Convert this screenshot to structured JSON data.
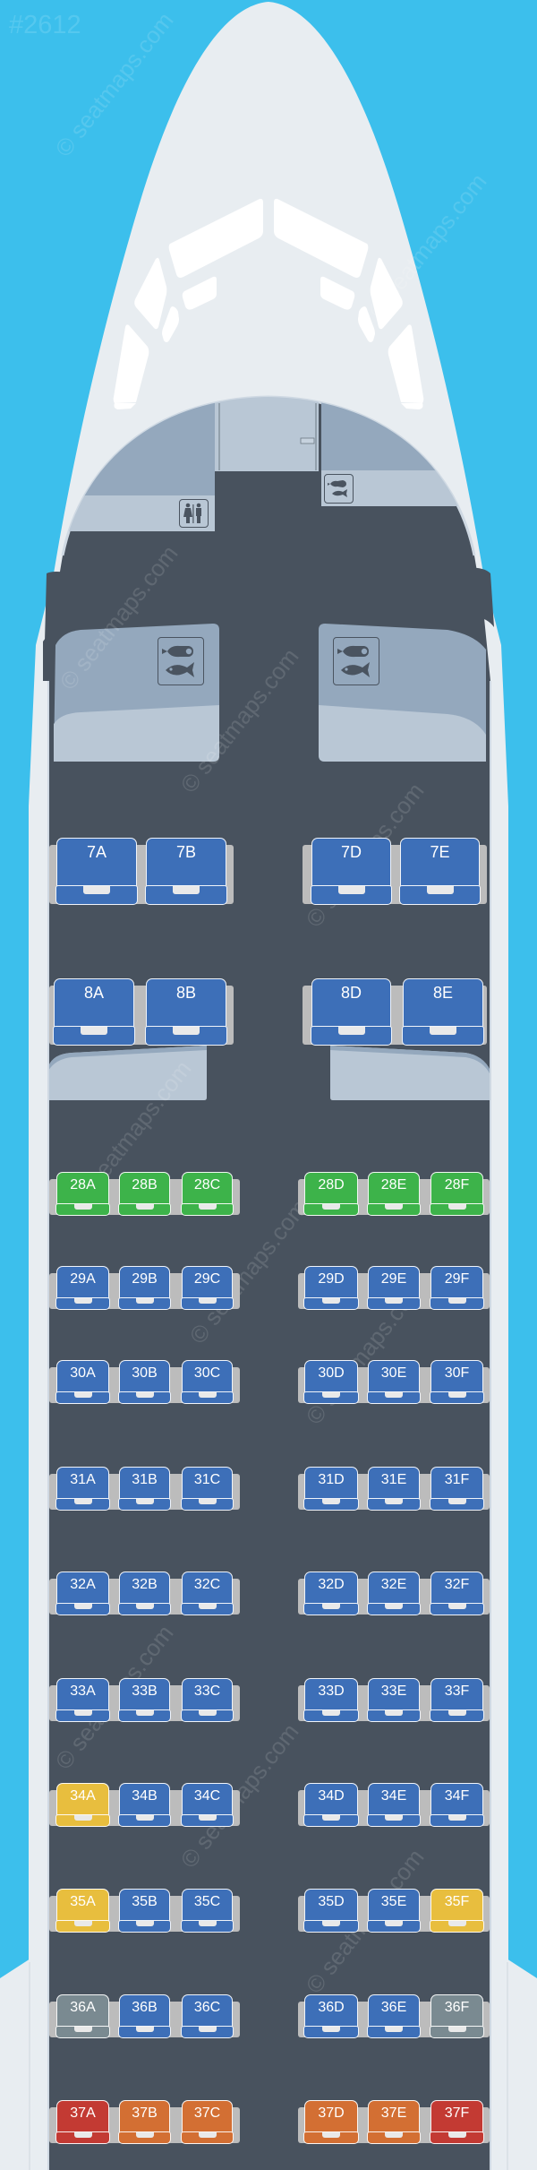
{
  "header": {
    "tag": "#2612",
    "watermark": "© seatmaps.com"
  },
  "colors": {
    "sky": "#3cbfec",
    "fuselage": "#e8edf1",
    "floor": "#48525e",
    "galley_dark": "#94a8bd",
    "galley_light": "#b9c7d5",
    "seat_standard": "#3d6fb8",
    "seat_extra_legroom": "#3db34a",
    "seat_preferred": "#e8be3e",
    "seat_limited_recline": "#7a8a91",
    "seat_no_recline": "#d36f33",
    "seat_restricted": "#c33a33",
    "armrest": "#bcbcbc"
  },
  "facilities": {
    "lavatory_front": {
      "icon": "lavatory-icon"
    },
    "galley_front": {
      "icon": "galley-icon"
    },
    "galley_left": {
      "icon": "galley-icon"
    },
    "galley_right": {
      "icon": "galley-icon"
    }
  },
  "cabin": {
    "business": {
      "rows": [
        {
          "row": "7",
          "seats": [
            {
              "id": "7A",
              "type": "standard"
            },
            {
              "id": "7B",
              "type": "standard"
            },
            {
              "id": "7D",
              "type": "standard"
            },
            {
              "id": "7E",
              "type": "standard"
            }
          ]
        },
        {
          "row": "8",
          "seats": [
            {
              "id": "8A",
              "type": "standard"
            },
            {
              "id": "8B",
              "type": "standard"
            },
            {
              "id": "8D",
              "type": "standard"
            },
            {
              "id": "8E",
              "type": "standard"
            }
          ]
        }
      ]
    },
    "economy": {
      "rows": [
        {
          "row": "28",
          "seats": [
            {
              "id": "28A",
              "type": "extra_legroom"
            },
            {
              "id": "28B",
              "type": "extra_legroom"
            },
            {
              "id": "28C",
              "type": "extra_legroom"
            },
            {
              "id": "28D",
              "type": "extra_legroom"
            },
            {
              "id": "28E",
              "type": "extra_legroom"
            },
            {
              "id": "28F",
              "type": "extra_legroom"
            }
          ]
        },
        {
          "row": "29",
          "seats": [
            {
              "id": "29A",
              "type": "standard"
            },
            {
              "id": "29B",
              "type": "standard"
            },
            {
              "id": "29C",
              "type": "standard"
            },
            {
              "id": "29D",
              "type": "standard"
            },
            {
              "id": "29E",
              "type": "standard"
            },
            {
              "id": "29F",
              "type": "standard"
            }
          ]
        },
        {
          "row": "30",
          "seats": [
            {
              "id": "30A",
              "type": "standard"
            },
            {
              "id": "30B",
              "type": "standard"
            },
            {
              "id": "30C",
              "type": "standard"
            },
            {
              "id": "30D",
              "type": "standard"
            },
            {
              "id": "30E",
              "type": "standard"
            },
            {
              "id": "30F",
              "type": "standard"
            }
          ]
        },
        {
          "row": "31",
          "seats": [
            {
              "id": "31A",
              "type": "standard"
            },
            {
              "id": "31B",
              "type": "standard"
            },
            {
              "id": "31C",
              "type": "standard"
            },
            {
              "id": "31D",
              "type": "standard"
            },
            {
              "id": "31E",
              "type": "standard"
            },
            {
              "id": "31F",
              "type": "standard"
            }
          ]
        },
        {
          "row": "32",
          "seats": [
            {
              "id": "32A",
              "type": "standard"
            },
            {
              "id": "32B",
              "type": "standard"
            },
            {
              "id": "32C",
              "type": "standard"
            },
            {
              "id": "32D",
              "type": "standard"
            },
            {
              "id": "32E",
              "type": "standard"
            },
            {
              "id": "32F",
              "type": "standard"
            }
          ]
        },
        {
          "row": "33",
          "seats": [
            {
              "id": "33A",
              "type": "standard"
            },
            {
              "id": "33B",
              "type": "standard"
            },
            {
              "id": "33C",
              "type": "standard"
            },
            {
              "id": "33D",
              "type": "standard"
            },
            {
              "id": "33E",
              "type": "standard"
            },
            {
              "id": "33F",
              "type": "standard"
            }
          ]
        },
        {
          "row": "34",
          "seats": [
            {
              "id": "34A",
              "type": "preferred"
            },
            {
              "id": "34B",
              "type": "standard"
            },
            {
              "id": "34C",
              "type": "standard"
            },
            {
              "id": "34D",
              "type": "standard"
            },
            {
              "id": "34E",
              "type": "standard"
            },
            {
              "id": "34F",
              "type": "standard"
            }
          ]
        },
        {
          "row": "35",
          "seats": [
            {
              "id": "35A",
              "type": "preferred"
            },
            {
              "id": "35B",
              "type": "standard"
            },
            {
              "id": "35C",
              "type": "standard"
            },
            {
              "id": "35D",
              "type": "standard"
            },
            {
              "id": "35E",
              "type": "standard"
            },
            {
              "id": "35F",
              "type": "preferred"
            }
          ]
        },
        {
          "row": "36",
          "seats": [
            {
              "id": "36A",
              "type": "limited_recline"
            },
            {
              "id": "36B",
              "type": "standard"
            },
            {
              "id": "36C",
              "type": "standard"
            },
            {
              "id": "36D",
              "type": "standard"
            },
            {
              "id": "36E",
              "type": "standard"
            },
            {
              "id": "36F",
              "type": "limited_recline"
            }
          ]
        },
        {
          "row": "37",
          "seats": [
            {
              "id": "37A",
              "type": "restricted"
            },
            {
              "id": "37B",
              "type": "no_recline"
            },
            {
              "id": "37C",
              "type": "no_recline"
            },
            {
              "id": "37D",
              "type": "no_recline"
            },
            {
              "id": "37E",
              "type": "no_recline"
            },
            {
              "id": "37F",
              "type": "restricted"
            }
          ]
        }
      ]
    }
  }
}
